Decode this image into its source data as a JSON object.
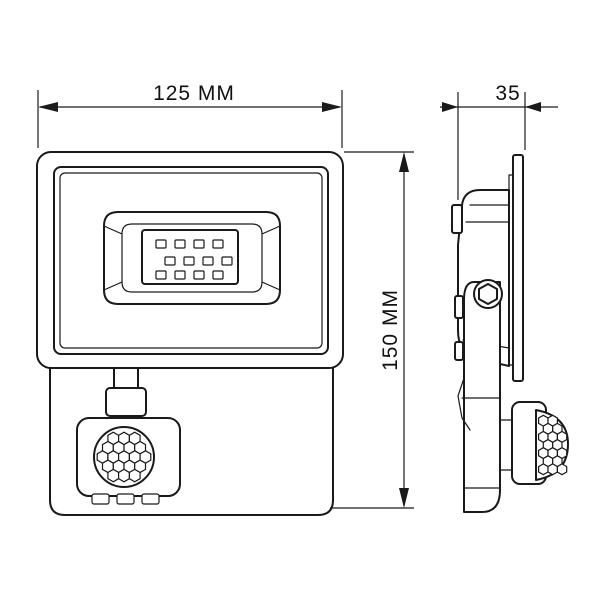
{
  "dimensions": {
    "width_label": "125 MM",
    "height_label": "150 MM",
    "depth_label": "35"
  },
  "colors": {
    "line": "#1a1a1a",
    "background": "#ffffff"
  }
}
